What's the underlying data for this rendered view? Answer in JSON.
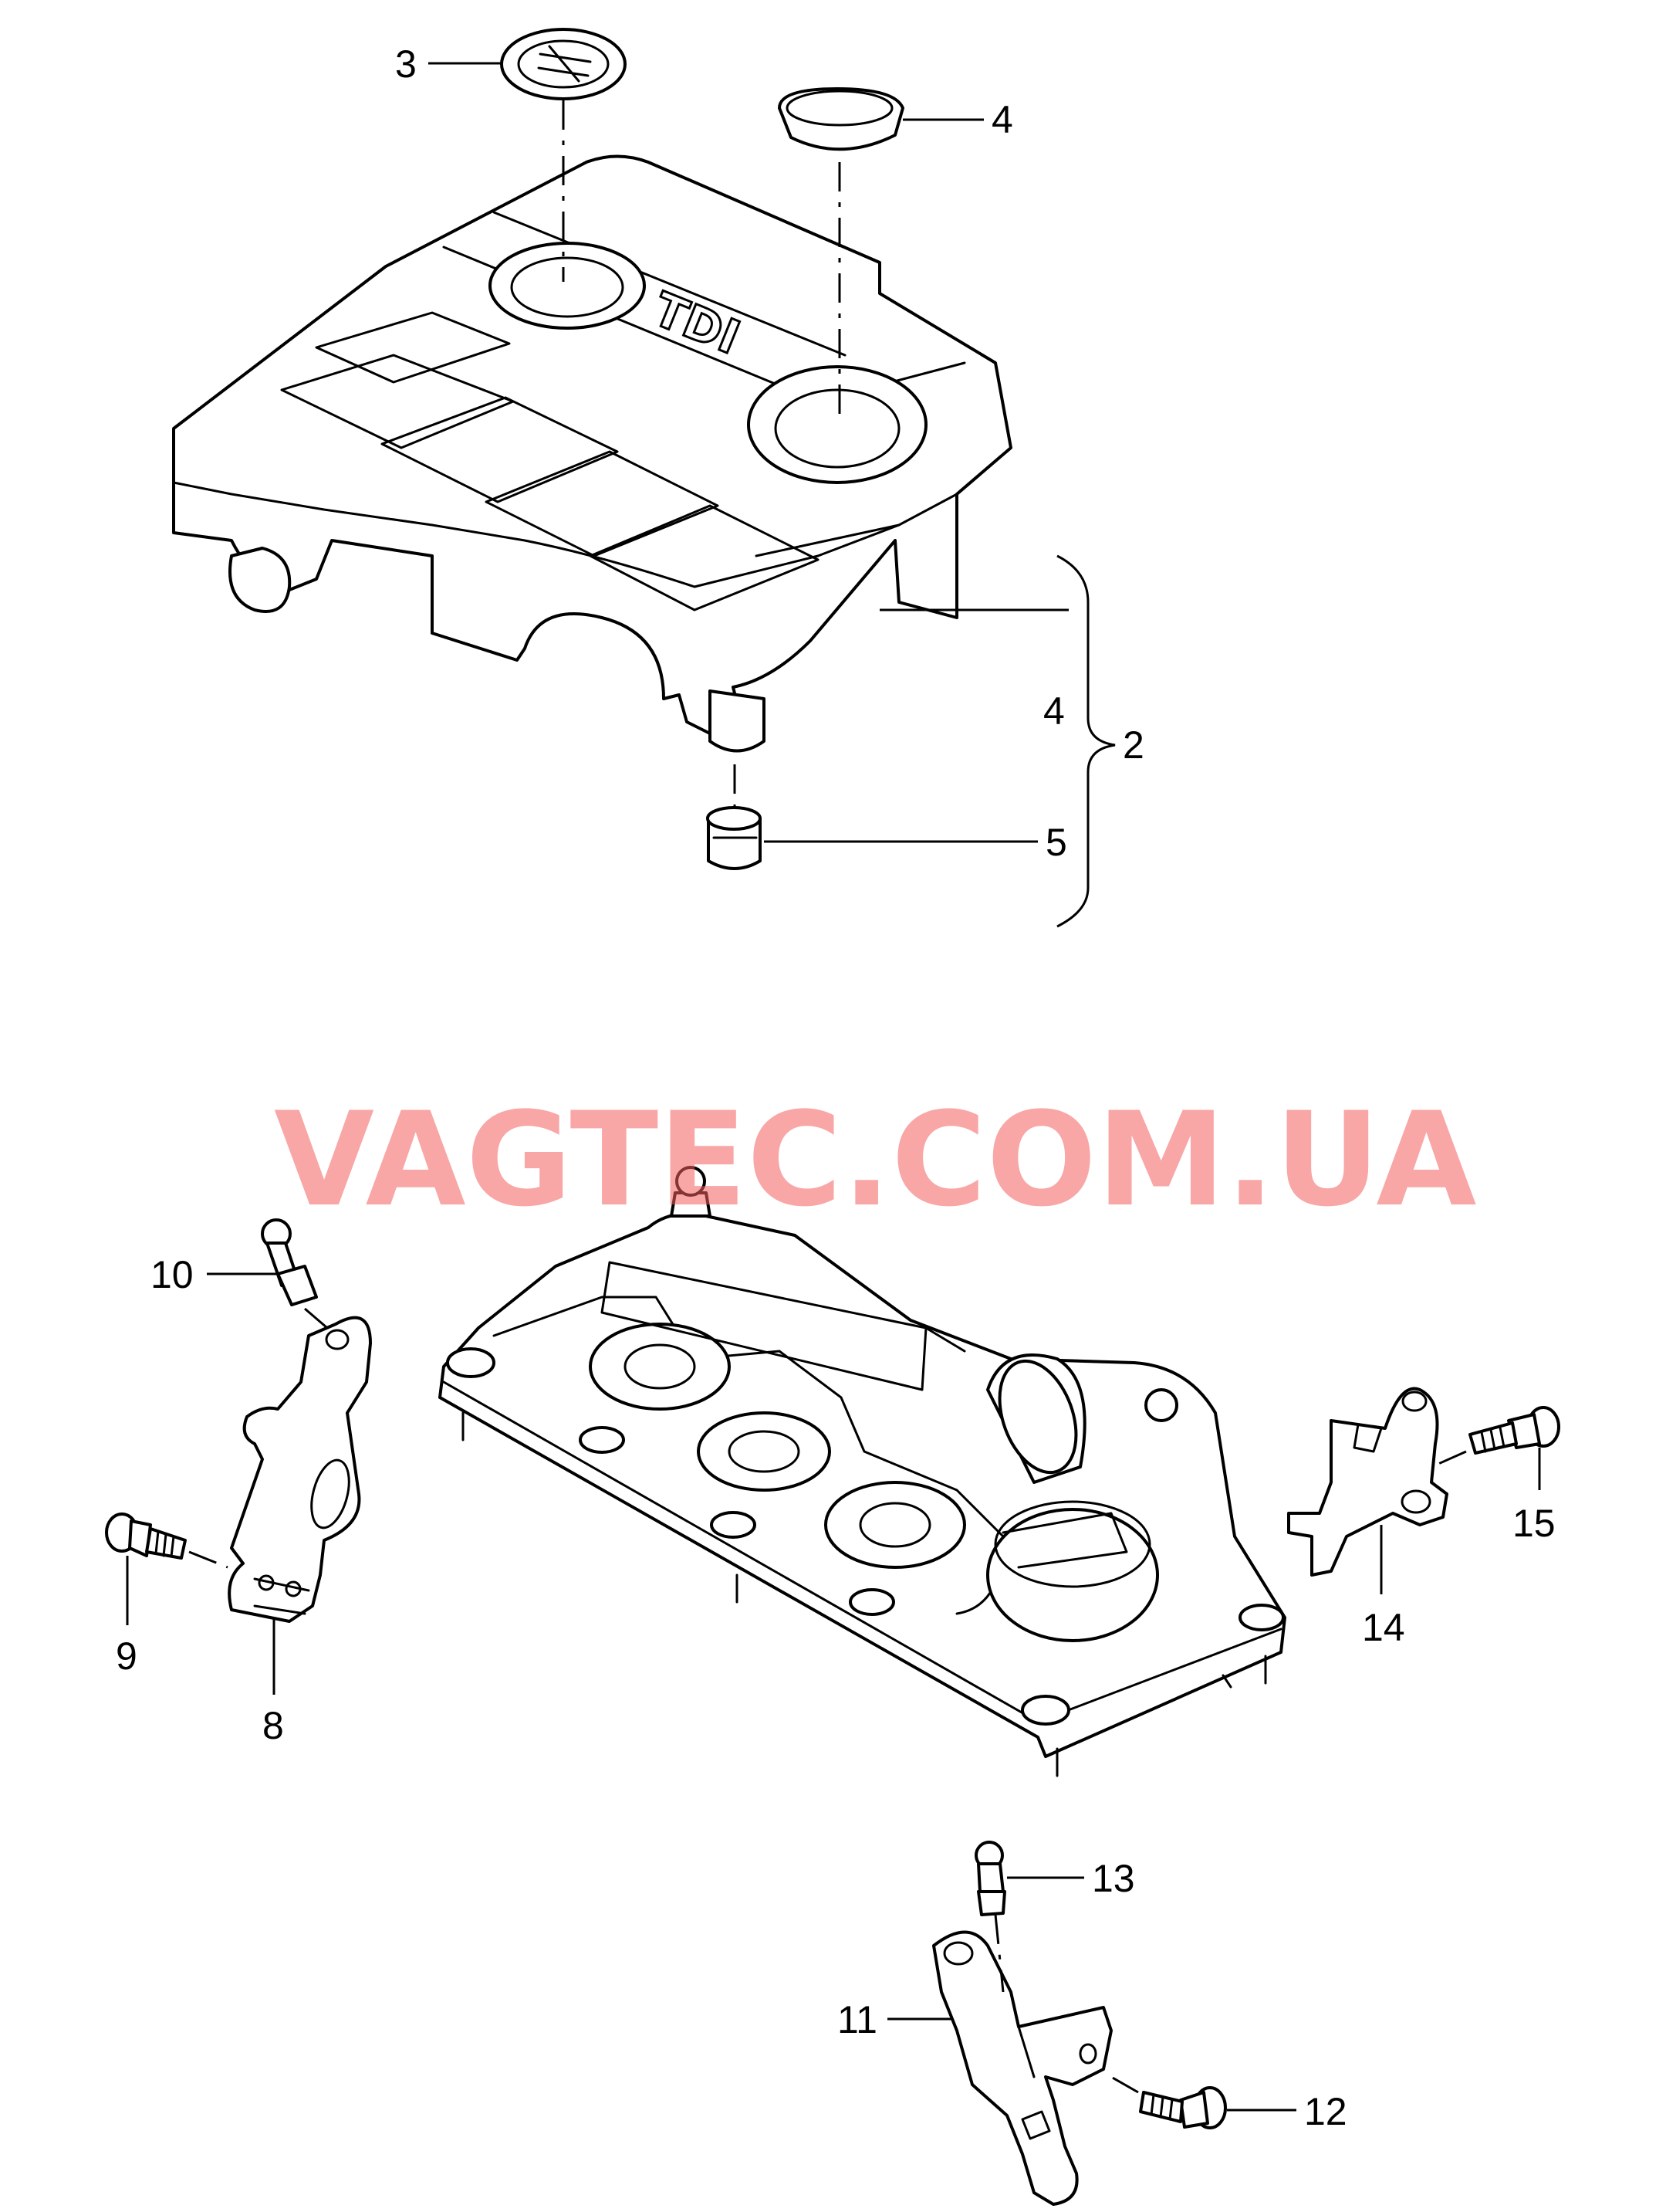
{
  "watermark": "VAGTEC.COM.UA",
  "cover_logo_text": "TDI",
  "callouts": [
    {
      "id": "c3",
      "label": "3"
    },
    {
      "id": "c4a",
      "label": "4"
    },
    {
      "id": "c4b",
      "label": "4"
    },
    {
      "id": "c2",
      "label": "2"
    },
    {
      "id": "c5",
      "label": "5"
    },
    {
      "id": "c10",
      "label": "10"
    },
    {
      "id": "c9",
      "label": "9"
    },
    {
      "id": "c8",
      "label": "8"
    },
    {
      "id": "c15",
      "label": "15"
    },
    {
      "id": "c14",
      "label": "14"
    },
    {
      "id": "c13",
      "label": "13"
    },
    {
      "id": "c11",
      "label": "11"
    },
    {
      "id": "c12",
      "label": "12"
    }
  ]
}
